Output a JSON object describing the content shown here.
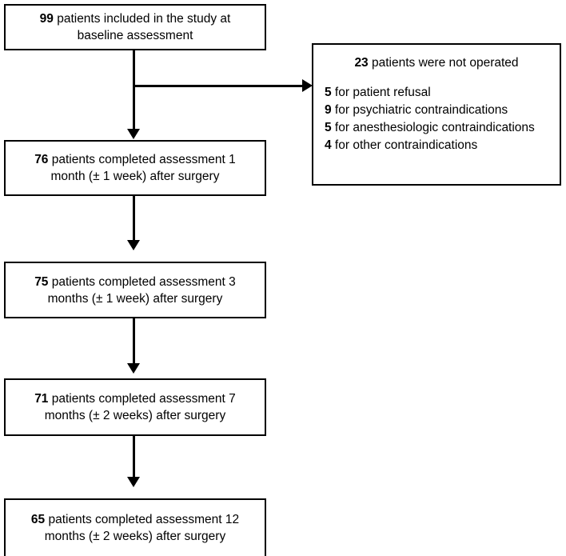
{
  "figure": {
    "type": "flowchart",
    "orientation": "vertical",
    "colors": {
      "stroke": "#000000",
      "fill": "#ffffff",
      "text": "#000000"
    }
  },
  "nodes": {
    "baseline": {
      "num": "99",
      "line1": " patients included in the study at",
      "line2": "baseline assessment"
    },
    "month1": {
      "num": "76",
      "line1": " patients completed assessment 1",
      "line2": "month (± 1 week) after surgery"
    },
    "month3": {
      "num": "75",
      "line1": " patients completed assessment 3",
      "line2": "months (± 1 week) after surgery"
    },
    "month7": {
      "num": "71",
      "line1": " patients completed assessment 7",
      "line2": "months (± 2 weeks) after surgery"
    },
    "month12": {
      "num": "65",
      "line1": " patients completed assessment 12",
      "line2": "months (± 2 weeks) after surgery"
    },
    "excluded": {
      "num": "23",
      "title_rest": " patients were not operated",
      "reasons": [
        {
          "num": "5",
          "text": " for patient refusal"
        },
        {
          "num": "9",
          "text": " for psychiatric contraindications"
        },
        {
          "num": "5",
          "text": " for anesthesiologic contraindications"
        },
        {
          "num": "4",
          "text": " for other contraindications"
        }
      ]
    }
  },
  "connectors": [
    {
      "from": "baseline",
      "to": "excluded",
      "kind": "elbow-right-arrow"
    },
    {
      "from": "baseline",
      "to": "month1",
      "kind": "down-arrow"
    },
    {
      "from": "month1",
      "to": "month3",
      "kind": "down-arrow"
    },
    {
      "from": "month3",
      "to": "month7",
      "kind": "down-arrow"
    },
    {
      "from": "month7",
      "to": "month12",
      "kind": "down-arrow"
    }
  ]
}
